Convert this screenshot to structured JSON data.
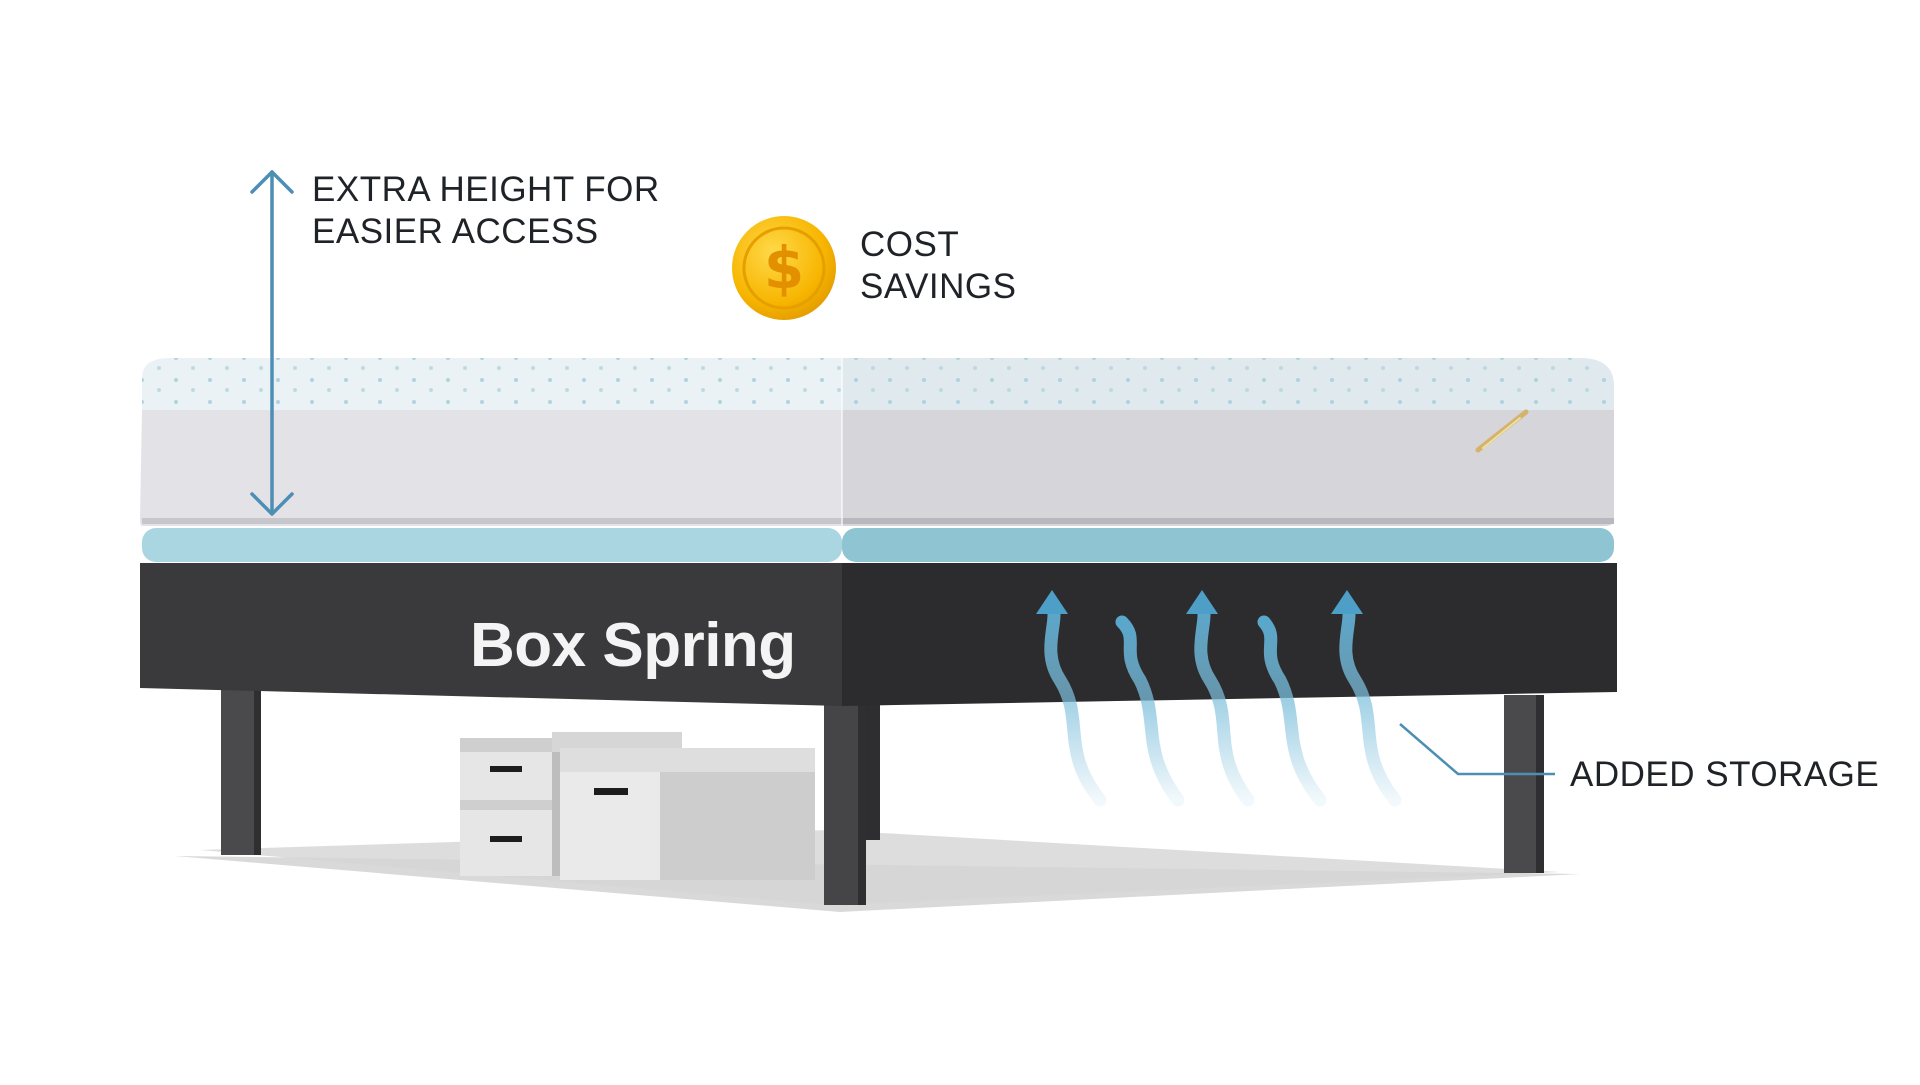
{
  "callouts": {
    "extra_height": [
      "EXTRA HEIGHT FOR",
      "EASIER ACCESS"
    ],
    "cost_savings": [
      "COST",
      "SAVINGS"
    ],
    "added_storage": "ADDED STORAGE"
  },
  "bed": {
    "box_spring_label": "Box Spring"
  },
  "coin": {
    "symbol": "$"
  },
  "icons": {
    "height_arrow": "double-arrow-vertical-icon",
    "coin": "dollar-coin-icon",
    "airflow": "airflow-arrows-icon"
  },
  "colors": {
    "accent_arrow": "#4d8fb4",
    "foam_top": "#e8f0f4",
    "mattress_body": "#dedde2",
    "cool_band": "#a9d6e0",
    "box_spring": "#3a3a3c",
    "coin_gold": "#f7b500",
    "airflow": "#7fc0dc"
  }
}
